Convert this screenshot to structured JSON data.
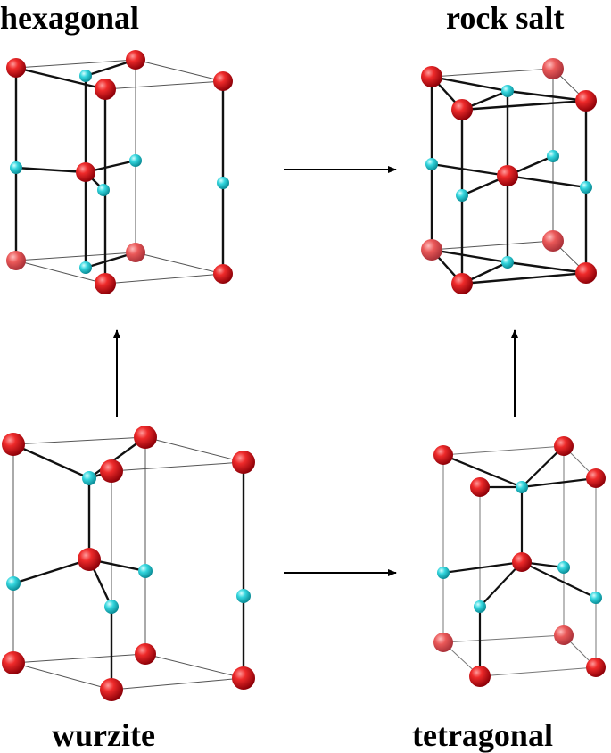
{
  "labels": {
    "hexagonal": "hexagonal",
    "rock_salt": "rock salt",
    "wurzite": "wurzite",
    "tetragonal": "tetragonal"
  },
  "colors": {
    "anion": "#e0141e",
    "cation": "#2ad4dc",
    "bond": "#111111",
    "cell_edge": "#555555"
  },
  "diagram": {
    "structures": [
      "hexagonal",
      "rock salt",
      "wurzite",
      "tetragonal"
    ],
    "transitions": [
      {
        "from": "wurzite",
        "to": "hexagonal"
      },
      {
        "from": "hexagonal",
        "to": "rock salt"
      },
      {
        "from": "wurzite",
        "to": "tetragonal"
      },
      {
        "from": "tetragonal",
        "to": "rock salt"
      }
    ]
  }
}
